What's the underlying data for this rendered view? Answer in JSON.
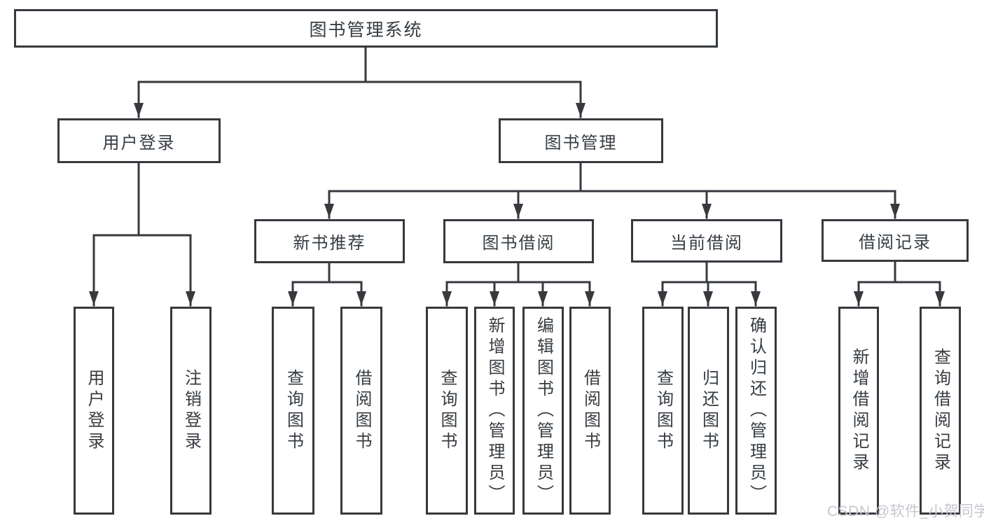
{
  "diagram": {
    "root": {
      "label": "图书管理系统",
      "children": [
        {
          "label": "用户登录",
          "children": [
            {
              "label": "用户登录"
            },
            {
              "label": "注销登录"
            }
          ]
        },
        {
          "label": "图书管理",
          "children": [
            {
              "label": "新书推荐",
              "children": [
                {
                  "label": "查询图书"
                },
                {
                  "label": "借阅图书"
                }
              ]
            },
            {
              "label": "图书借阅",
              "children": [
                {
                  "label": "查询图书"
                },
                {
                  "label": "新增图书（管理员）"
                },
                {
                  "label": "编辑图书（管理员）"
                },
                {
                  "label": "借阅图书"
                }
              ]
            },
            {
              "label": "当前借阅",
              "children": [
                {
                  "label": "查询图书"
                },
                {
                  "label": "归还图书"
                },
                {
                  "label": "确认归还（管理员）"
                }
              ]
            },
            {
              "label": "借阅记录",
              "children": [
                {
                  "label": "新增借阅记录"
                },
                {
                  "label": "查询借阅记录"
                }
              ]
            }
          ]
        }
      ]
    }
  },
  "watermark": {
    "text": "CSDN @软件_小贺同学"
  },
  "colors": {
    "line_color": "#363a3e",
    "text_color": "#363c42",
    "watermark_color": "#c4c7cc",
    "background": "#ffffff"
  }
}
